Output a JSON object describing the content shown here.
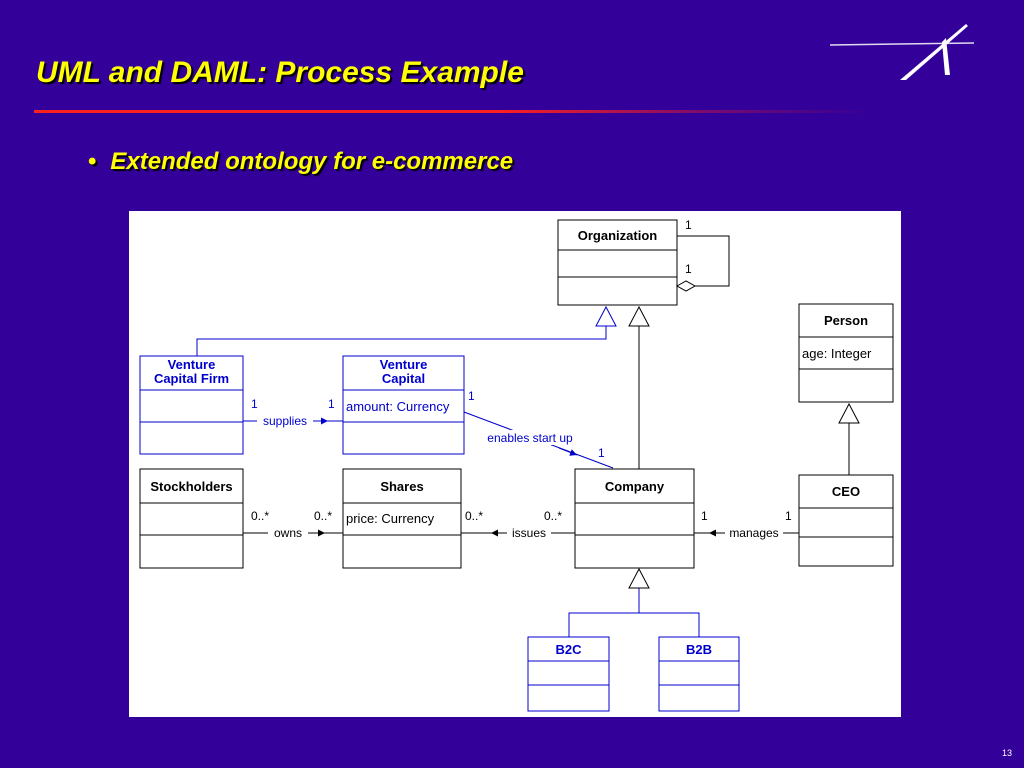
{
  "slide": {
    "title": "UML and DAML: Process Example",
    "bullet": "Extended ontology for e-commerce",
    "page_number": "13"
  },
  "colors": {
    "background": "#330099",
    "title": "#FFFF00",
    "rule": "#FF2020",
    "uml_black": "#000000",
    "uml_blue": "#0000CC"
  },
  "diagram": {
    "classes": {
      "organization": {
        "name": "Organization"
      },
      "person": {
        "name": "Person",
        "attribute": "age: Integer"
      },
      "vc_firm": {
        "name_line1": "Venture",
        "name_line2": "Capital Firm"
      },
      "venture_capital": {
        "name_line1": "Venture",
        "name_line2": "Capital",
        "attribute": "amount: Currency"
      },
      "stockholders": {
        "name": "Stockholders"
      },
      "shares": {
        "name": "Shares",
        "attribute": "price: Currency"
      },
      "company": {
        "name": "Company"
      },
      "ceo": {
        "name": "CEO"
      },
      "b2c": {
        "name": "B2C"
      },
      "b2b": {
        "name": "B2B"
      }
    },
    "associations": {
      "supplies": {
        "label": "supplies",
        "mult_source": "1",
        "mult_target": "1"
      },
      "enables": {
        "label": "enables start up",
        "mult_source": "1",
        "mult_target": "1"
      },
      "owns": {
        "label": "owns",
        "mult_source": "0..*",
        "mult_target": "0..*"
      },
      "issues": {
        "label": "issues",
        "mult_source": "0..*",
        "mult_target": "0..*"
      },
      "manages": {
        "label": "manages",
        "mult_source": "1",
        "mult_target": "1"
      },
      "org_self": {
        "mult_top": "1",
        "mult_bottom": "1"
      }
    }
  }
}
